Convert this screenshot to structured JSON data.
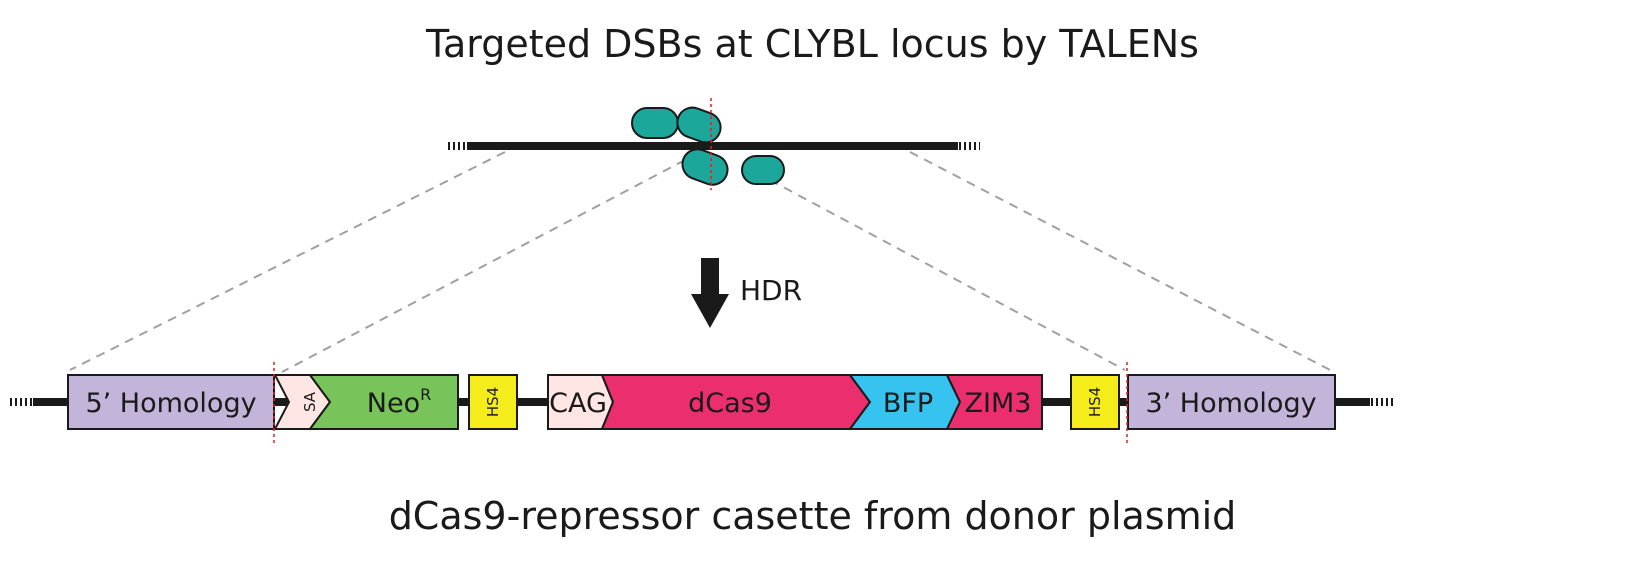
{
  "top_title": "Targeted DSBs at CLYBL locus by TALENs",
  "bottom_title": "dCas9-repressor casette from donor plasmid",
  "hdr_label": "HDR",
  "cassette": {
    "five_homology": "5’ Homology",
    "sa": "SA",
    "neo": "Neo",
    "neo_sup": "R",
    "hs4_left": "HS4",
    "cag": "CAG",
    "dcas9": "dCas9",
    "bfp": "BFP",
    "zim3": "ZIM3",
    "hs4_right": "HS4",
    "three_homology": "3’ Homology"
  },
  "colors": {
    "homology": "#c3b4d9",
    "sa": "#fde6e3",
    "neo": "#78c45a",
    "hs4": "#f5ec1c",
    "cag": "#fde6e3",
    "dcas9": "#ea2e6e",
    "bfp": "#36c3ef",
    "zim3": "#ea2e6e",
    "talen": "#1ba89a",
    "cut_line": "#e02020",
    "guide_line": "#a0a0a0"
  }
}
